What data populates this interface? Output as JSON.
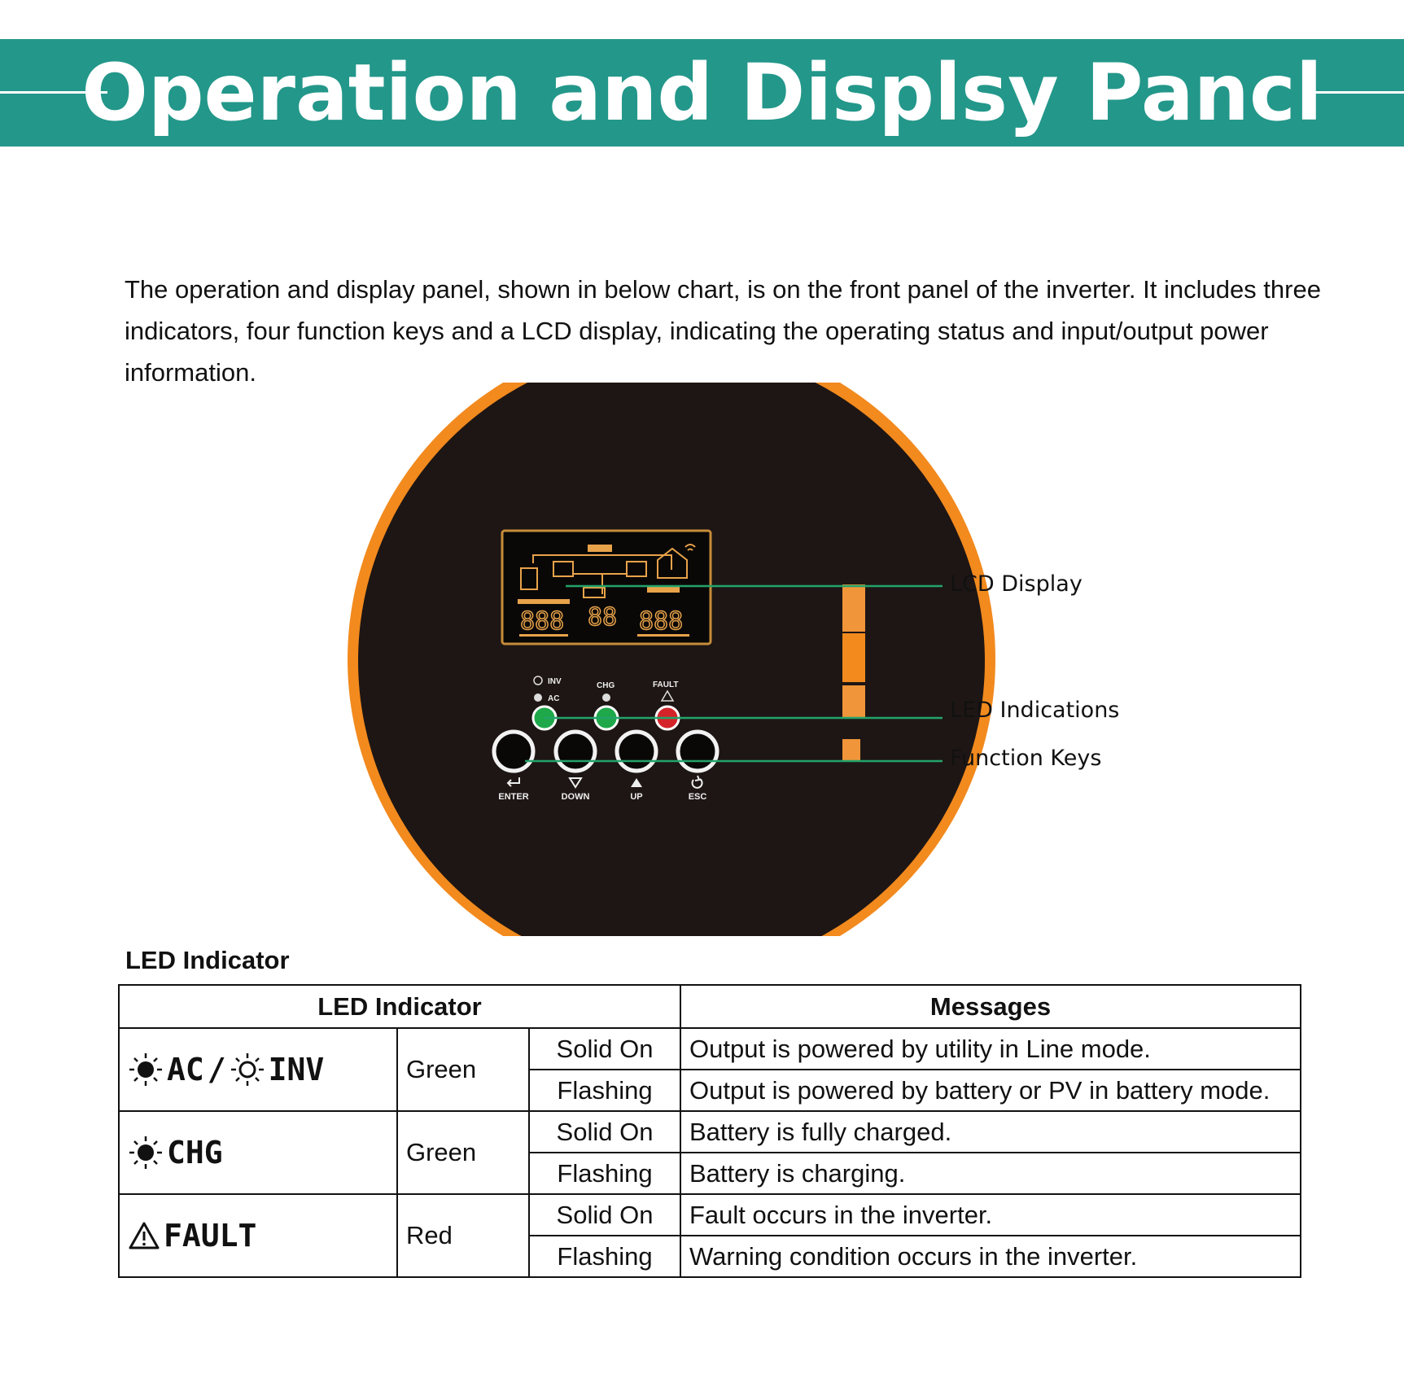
{
  "header": {
    "title": "Operation and Displsy Pancl"
  },
  "intro": {
    "text": "The operation and display panel, shown in below chart, is on the front panel of the inverter. It includes three indicators, four function keys and a LCD display, indicating the operating status and input/output power information."
  },
  "panel": {
    "callouts": {
      "lcd": "LCD Display",
      "led": "LED Indications",
      "keys": "Function Keys"
    },
    "lcd": {
      "digits_left": "888",
      "digits_mid": "88",
      "digits_right": "888"
    },
    "leds": [
      {
        "label": "AC",
        "color": "#1fa84a"
      },
      {
        "label": "CHG",
        "color": "#1fa84a"
      },
      {
        "label": "FAULT",
        "color": "#d4242a"
      }
    ],
    "led_labels": {
      "inv": "INV",
      "ac": "AC",
      "chg": "CHG",
      "fault": "FAULT"
    },
    "keys": [
      {
        "label": "ENTER",
        "icon": "enter-icon"
      },
      {
        "label": "DOWN",
        "icon": "down-triangle-icon"
      },
      {
        "label": "UP",
        "icon": "up-triangle-icon"
      },
      {
        "label": "ESC",
        "icon": "esc-icon"
      }
    ],
    "colors": {
      "ring": "#f28a1e",
      "face": "#1e1614",
      "lcd_frame": "#c78c3a",
      "lcd_segment": "#e8a34a",
      "callout_line": "#23a36a"
    }
  },
  "led_section": {
    "heading": "LED Indicator",
    "table": {
      "headers": [
        "LED Indicator",
        "Messages"
      ],
      "groups": [
        {
          "indicator_a": "AC",
          "separator": "/",
          "indicator_b": "INV",
          "color": "Green",
          "rows": [
            {
              "state": "Solid On",
              "message": "Output is powered by utility in Line mode."
            },
            {
              "state": "Flashing",
              "message": "Output is powered by battery or PV in battery mode."
            }
          ]
        },
        {
          "indicator_a": "CHG",
          "color": "Green",
          "rows": [
            {
              "state": "Solid On",
              "message": "Battery is fully charged."
            },
            {
              "state": "Flashing",
              "message": "Battery is charging."
            }
          ]
        },
        {
          "indicator_a": "FAULT",
          "color": "Red",
          "rows": [
            {
              "state": "Solid On",
              "message": "Fault occurs in the inverter."
            },
            {
              "state": "Flashing",
              "message": "Warning condition occurs in the inverter."
            }
          ]
        }
      ]
    }
  }
}
